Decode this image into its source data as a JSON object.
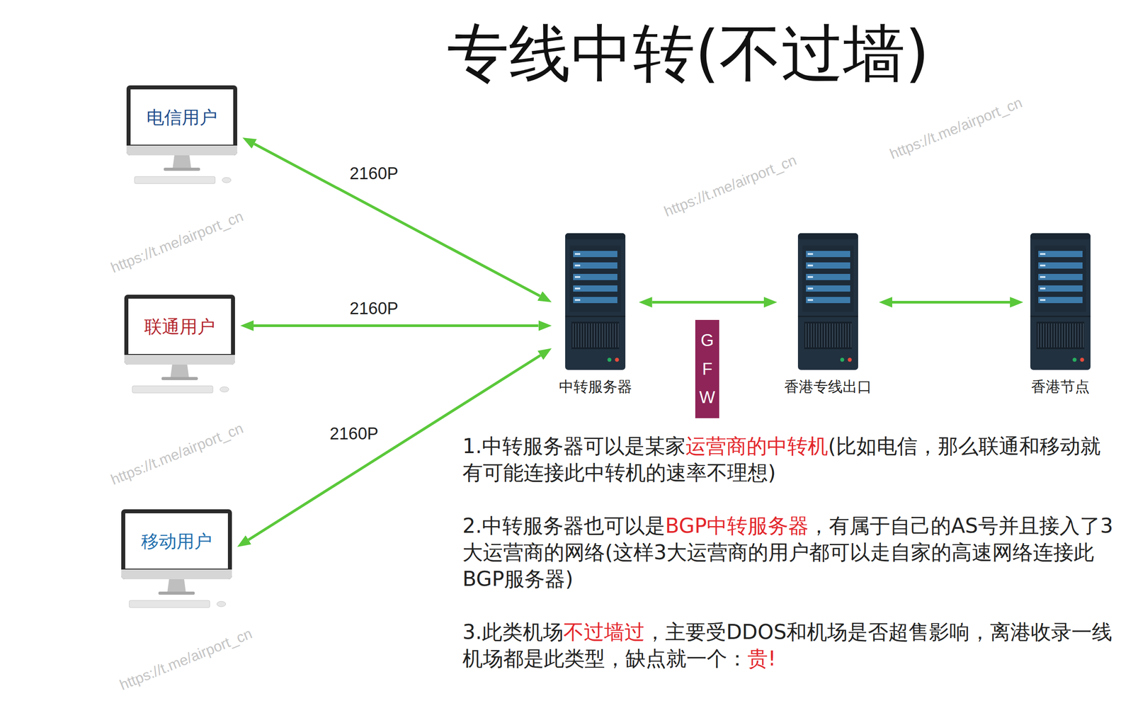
{
  "diagram": {
    "title": "专线中转(不过墙)",
    "nodes": [
      {
        "text": [
          "电信用户"
        ]
      },
      {
        "text": [
          "联通用户"
        ]
      },
      {
        "text": [
          "移动用户"
        ]
      },
      {
        "text": [
          "中转服务器"
        ]
      },
      {
        "text": [
          "GFW"
        ]
      },
      {
        "text": [
          "香港专线出口"
        ]
      },
      {
        "text": [
          "香港节点"
        ]
      }
    ],
    "edges": [
      {
        "from": 0,
        "to": 3,
        "label": "2160P",
        "arrow": "both"
      },
      {
        "from": 1,
        "to": 3,
        "label": "2160P",
        "arrow": "both"
      },
      {
        "from": 2,
        "to": 3,
        "label": "2160P",
        "arrow": "both"
      },
      {
        "from": 3,
        "to": 5,
        "arrow": "both"
      },
      {
        "from": 5,
        "to": 6,
        "arrow": "both"
      }
    ],
    "labels": [
      "1.中转服务器可以是某家",
      "运营商的中转机",
      "(比如电信，那么联通和移动就有可能连接此中转机的速率不理想)",
      "2.中转服务器也可以是",
      "BGP中转服务器",
      "，有属于自己的AS号并且接入了3大运营商的网络(这样3大运营商的用户都可以走自家的高速网络连接此BGP服务器)",
      "3.此类机场",
      "不过墙过",
      "，主要受DDOS和机场是否超售影响，离港收录一线机场都是此类型，缺点就一个：",
      "贵!",
      "https://t.me/airport_cn",
      "https://t.me/airport_cn",
      "https://t.me/airport_cn",
      "https://t.me/airport_cn",
      "https://t.me/airport_cn"
    ]
  }
}
